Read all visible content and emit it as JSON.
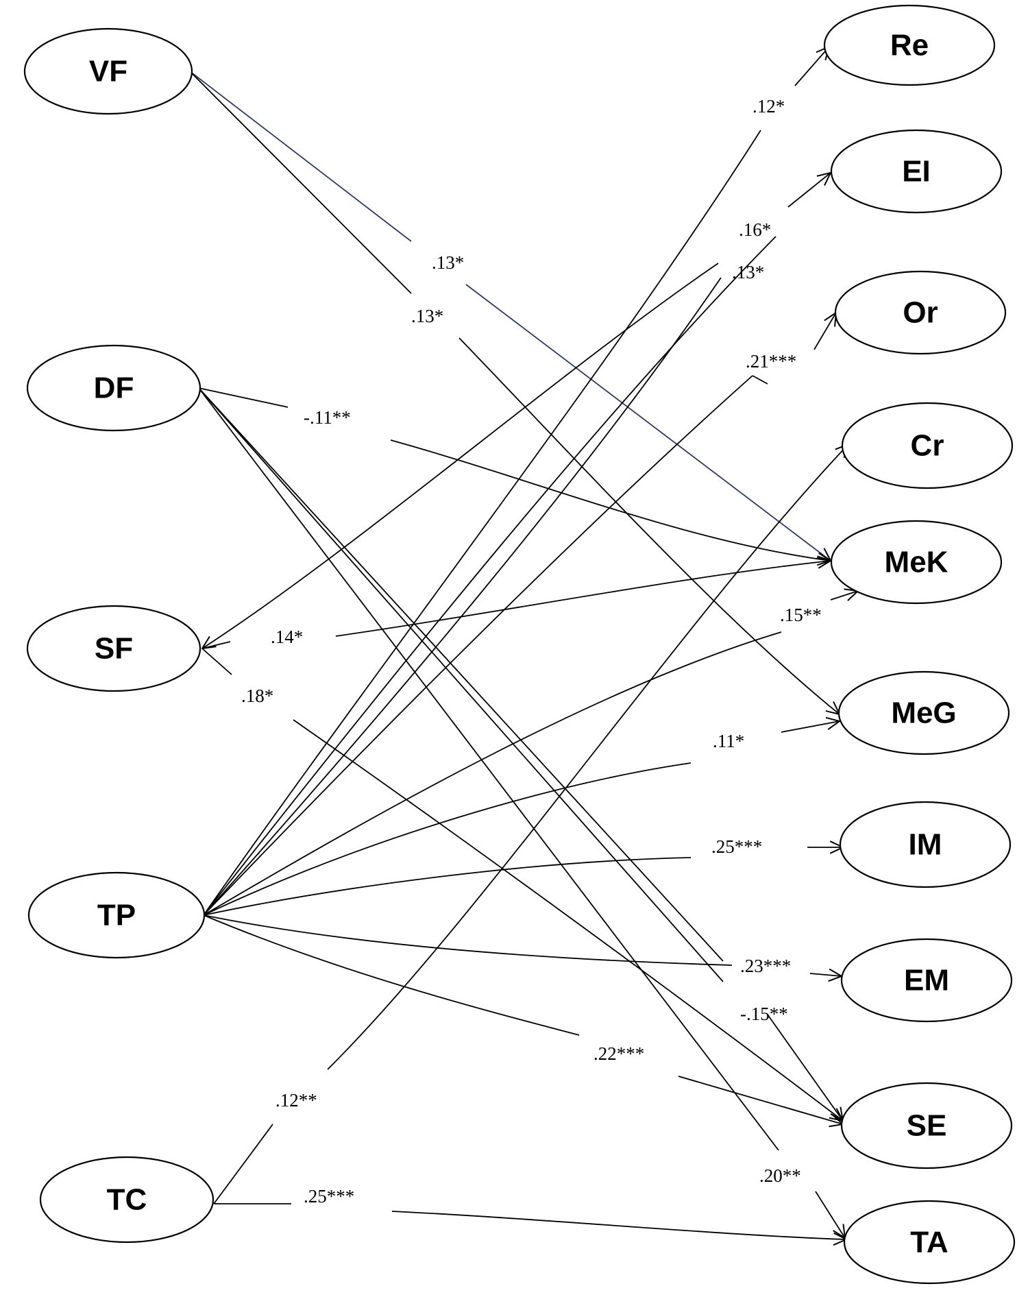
{
  "diagram": {
    "predictors": {
      "vf": "VF",
      "df": "DF",
      "sf": "SF",
      "tp": "TP",
      "tc": "TC"
    },
    "outcomes": {
      "re": "Re",
      "ei": "EI",
      "or": "Or",
      "cr": "Cr",
      "mek": "MeK",
      "meg": "MeG",
      "im": "IM",
      "em": "EM",
      "se": "SE",
      "ta": "TA"
    },
    "coefficients": {
      "tp_re": ".12*",
      "tp_ei": ".16*",
      "tp_or_1": ".13*",
      "tp_or_2": ".21***",
      "vf_mek": ".13*",
      "vf_meg": ".13*",
      "df_mek": "-.11**",
      "sf_mek": ".14*",
      "tp_mek": ".15**",
      "sf_se": ".18*",
      "tp_meg": ".11*",
      "tp_im": ".25***",
      "tp_em": ".23***",
      "df_se": "-.15**",
      "tp_se": ".22***",
      "tc_cr": ".12**",
      "df_ta": ".20**",
      "tc_ta": ".25***"
    }
  }
}
